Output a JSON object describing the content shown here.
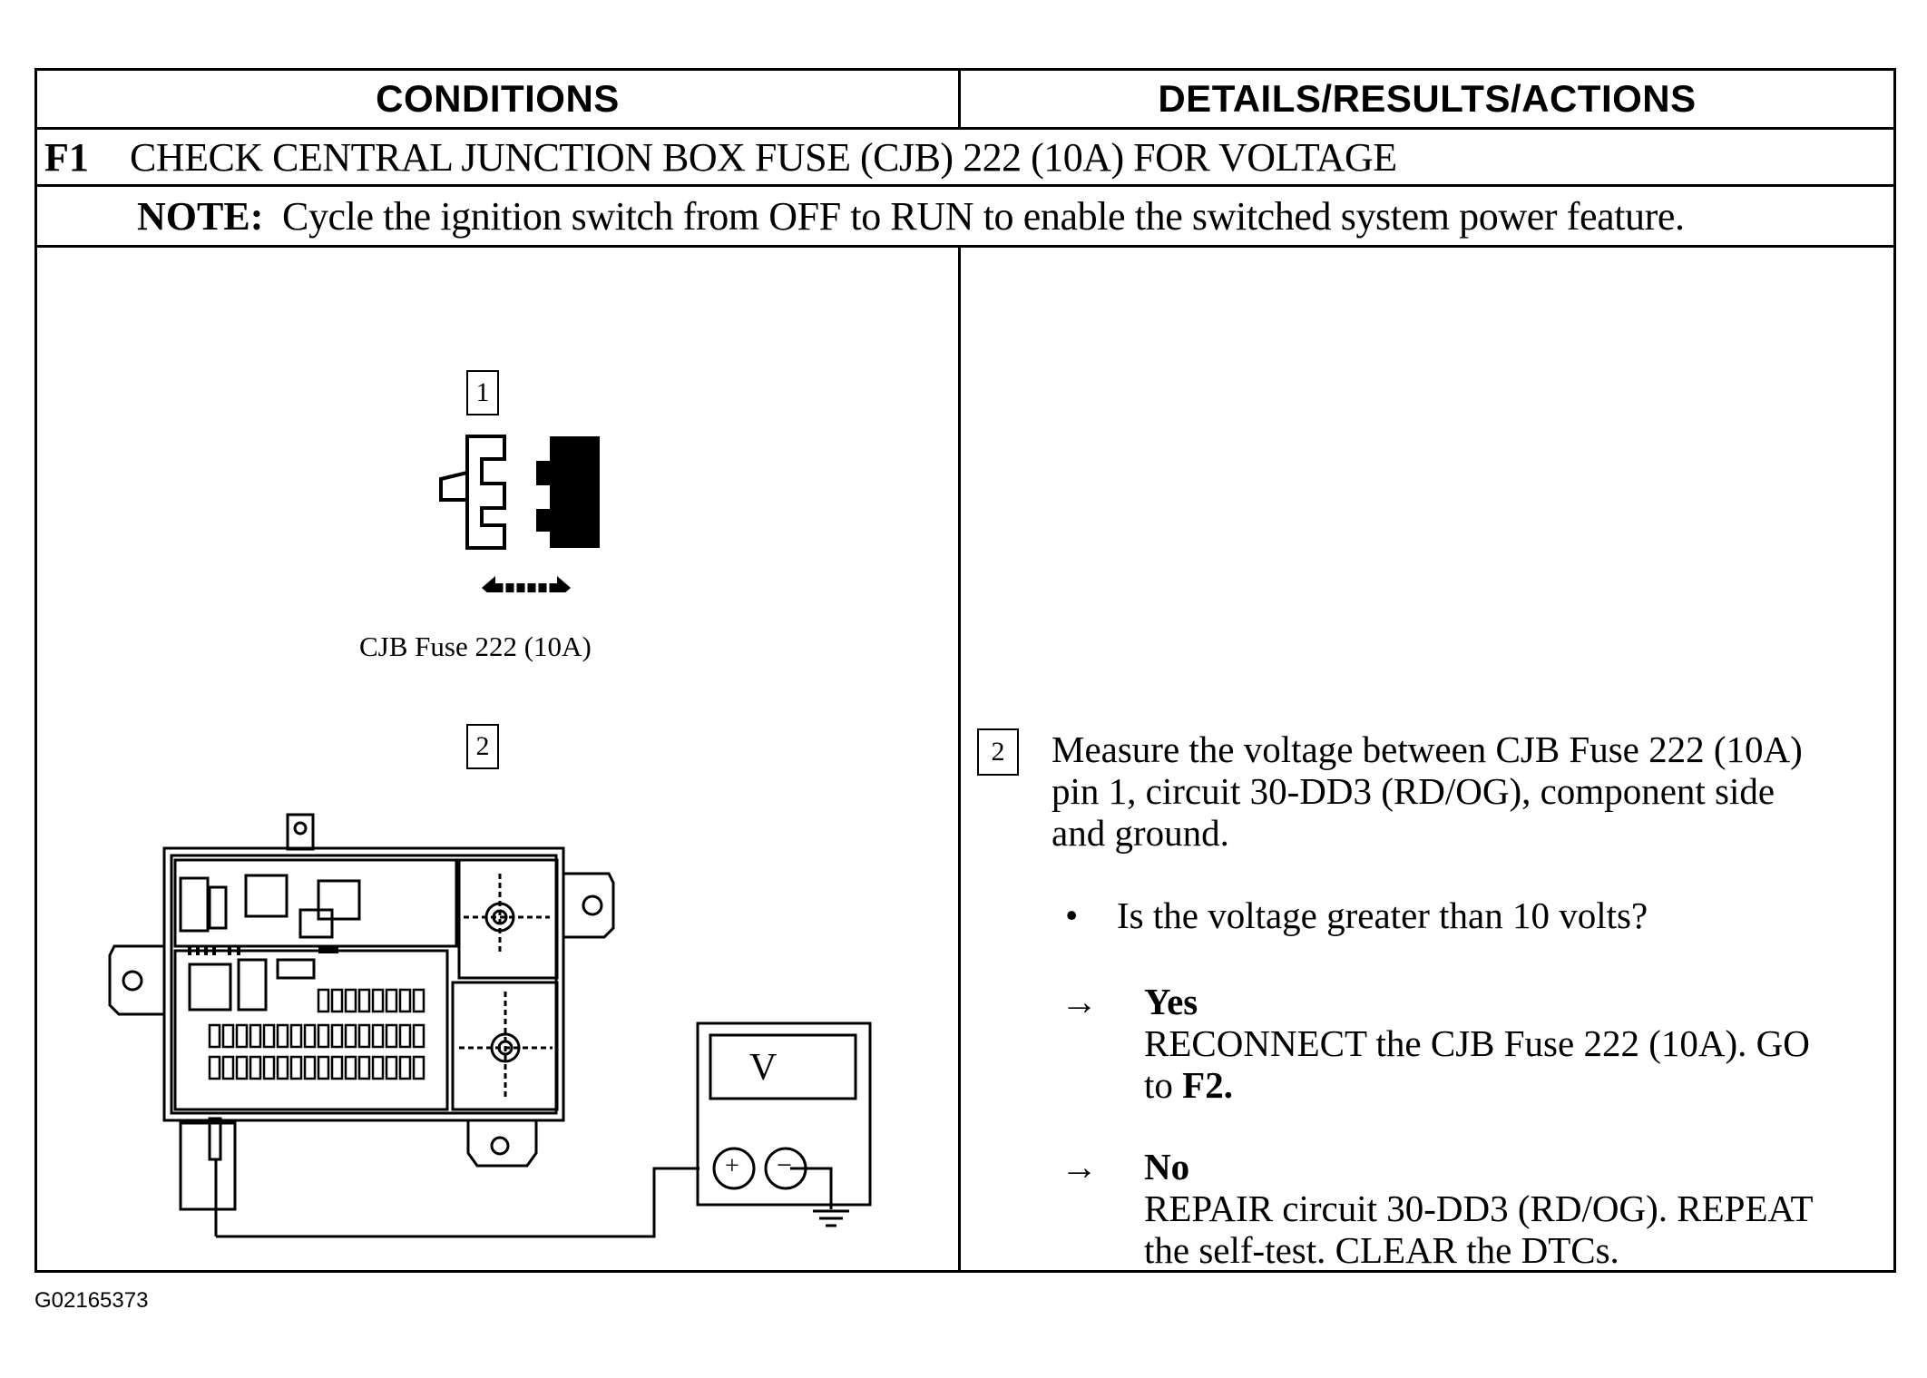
{
  "table": {
    "header_conditions": "CONDITIONS",
    "header_details": "DETAILS/RESULTS/ACTIONS",
    "step_id": "F1",
    "step_title": "CHECK CENTRAL JUNCTION BOX FUSE (CJB) 222 (10A) FOR VOLTAGE",
    "note_label": "NOTE:",
    "note_text": "Cycle the ignition switch from OFF to RUN to enable the switched system power feature."
  },
  "figure": {
    "callout_1": "1",
    "callout_2": "2",
    "fuse_caption": "CJB Fuse 222 (10A)",
    "meter_display": "V",
    "meter_plus": "+",
    "meter_minus": "−"
  },
  "details": {
    "callout": "2",
    "measure_line1": "Measure the voltage between CJB Fuse 222 (10A)",
    "measure_line2": "pin 1, circuit 30-DD3 (RD/OG), component side",
    "measure_line3": "and ground.",
    "bullet": "•",
    "question": "Is the voltage greater than 10 volts?",
    "arrow": "→",
    "yes_label": "Yes",
    "yes_line1": "RECONNECT the CJB Fuse 222 (10A). GO",
    "yes_line2_prefix": "to ",
    "yes_line2_bold": "F2.",
    "no_label": "No",
    "no_line1": "REPAIR circuit 30-DD3 (RD/OG). REPEAT",
    "no_line2": "the self-test. CLEAR the DTCs."
  },
  "footer": {
    "graphic_id": "G02165373"
  }
}
